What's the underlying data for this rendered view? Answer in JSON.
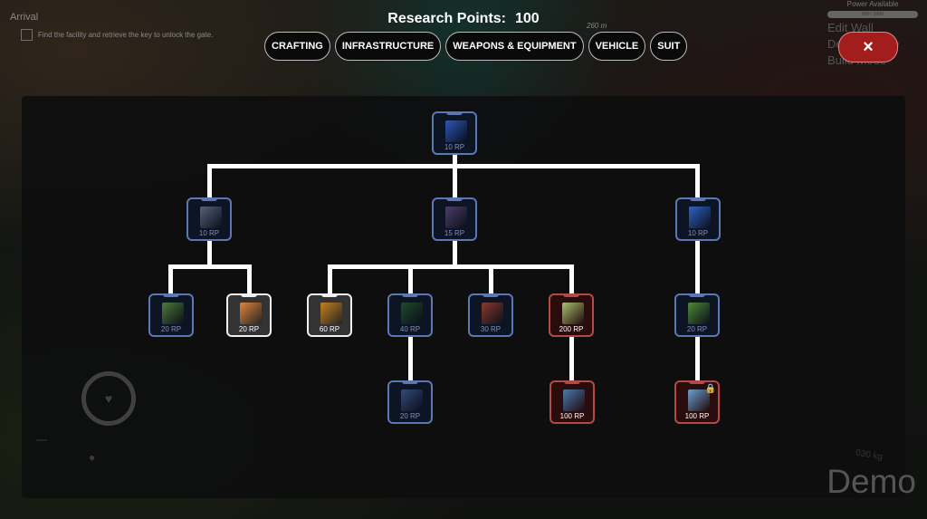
{
  "objective": {
    "title": "Arrival",
    "task": "Find the facility and retrieve the key to unlock the gate."
  },
  "header": {
    "label": "Research Points:",
    "value": "100"
  },
  "tabs": [
    {
      "label": "CRAFTING"
    },
    {
      "label": "INFRASTRUCTURE"
    },
    {
      "label": "WEAPONS & EQUIPMENT"
    },
    {
      "label": "VEHICLE"
    },
    {
      "label": "SUIT"
    }
  ],
  "hud": {
    "power_title": "Power Available",
    "power_bar": "800 / 1000",
    "menu": [
      "Edit Wall",
      "Dematerialize",
      "Build Mode"
    ],
    "distance": "260 m",
    "weight": "030 kg",
    "close_icon": "×"
  },
  "watermark": "Demo",
  "tree": {
    "nodes": [
      {
        "id": "root",
        "cost": "10 RP",
        "state": "available",
        "color": "#2d56b8"
      },
      {
        "id": "a",
        "cost": "10 RP",
        "state": "available",
        "color": "#56627a"
      },
      {
        "id": "b",
        "cost": "15 RP",
        "state": "available",
        "color": "#4c3e6a"
      },
      {
        "id": "c",
        "cost": "10 RP",
        "state": "available",
        "color": "#2e63c7"
      },
      {
        "id": "a1",
        "cost": "20 RP",
        "state": "available",
        "color": "#4f7a3a"
      },
      {
        "id": "a2",
        "cost": "20 RP",
        "state": "owned",
        "color": "#e0843a"
      },
      {
        "id": "b1",
        "cost": "60 RP",
        "state": "owned",
        "color": "#c6801e"
      },
      {
        "id": "b2",
        "cost": "40 RP",
        "state": "available",
        "color": "#1f4a2c"
      },
      {
        "id": "b3",
        "cost": "30 RP",
        "state": "available",
        "color": "#8a3a2e"
      },
      {
        "id": "b4",
        "cost": "200 RP",
        "state": "expensive",
        "color": "#a8c070"
      },
      {
        "id": "c1",
        "cost": "20 RP",
        "state": "available",
        "color": "#4f8a36"
      },
      {
        "id": "b2a",
        "cost": "20 RP",
        "state": "available",
        "color": "#324a7a"
      },
      {
        "id": "b4a",
        "cost": "100 RP",
        "state": "expensive",
        "color": "#4a7ab0"
      },
      {
        "id": "c1a",
        "cost": "100 RP",
        "state": "expensive",
        "color": "#6aa0d0",
        "locked": true
      }
    ]
  }
}
